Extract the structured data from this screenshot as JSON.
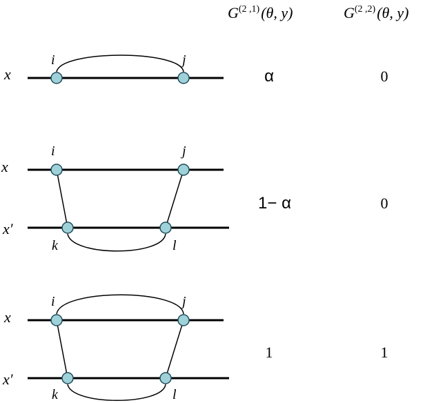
{
  "colors": {
    "node_fill": "#9fd2d8",
    "node_stroke": "#1f4a5a",
    "line": "#000000"
  },
  "headers": {
    "col1": {
      "base": "G",
      "sup": "(2 ,1)",
      "args": "(θ, y)"
    },
    "col2": {
      "base": "G",
      "sup": "(2 ,2)",
      "args": "(θ, y)"
    }
  },
  "rows": [
    {
      "label_top": "x",
      "nodes": {
        "i": "i",
        "j": "j"
      },
      "g21": "α",
      "g22": "0"
    },
    {
      "label_top": "x",
      "label_bottom": "x′",
      "nodes": {
        "i": "i",
        "j": "j",
        "k": "k",
        "l": "l"
      },
      "g21": "1− α",
      "g22": "0"
    },
    {
      "label_top": "x",
      "label_bottom": "x′",
      "nodes": {
        "i": "i",
        "j": "j",
        "k": "k",
        "l": "l"
      },
      "g21": "1",
      "g22": "1"
    }
  ]
}
